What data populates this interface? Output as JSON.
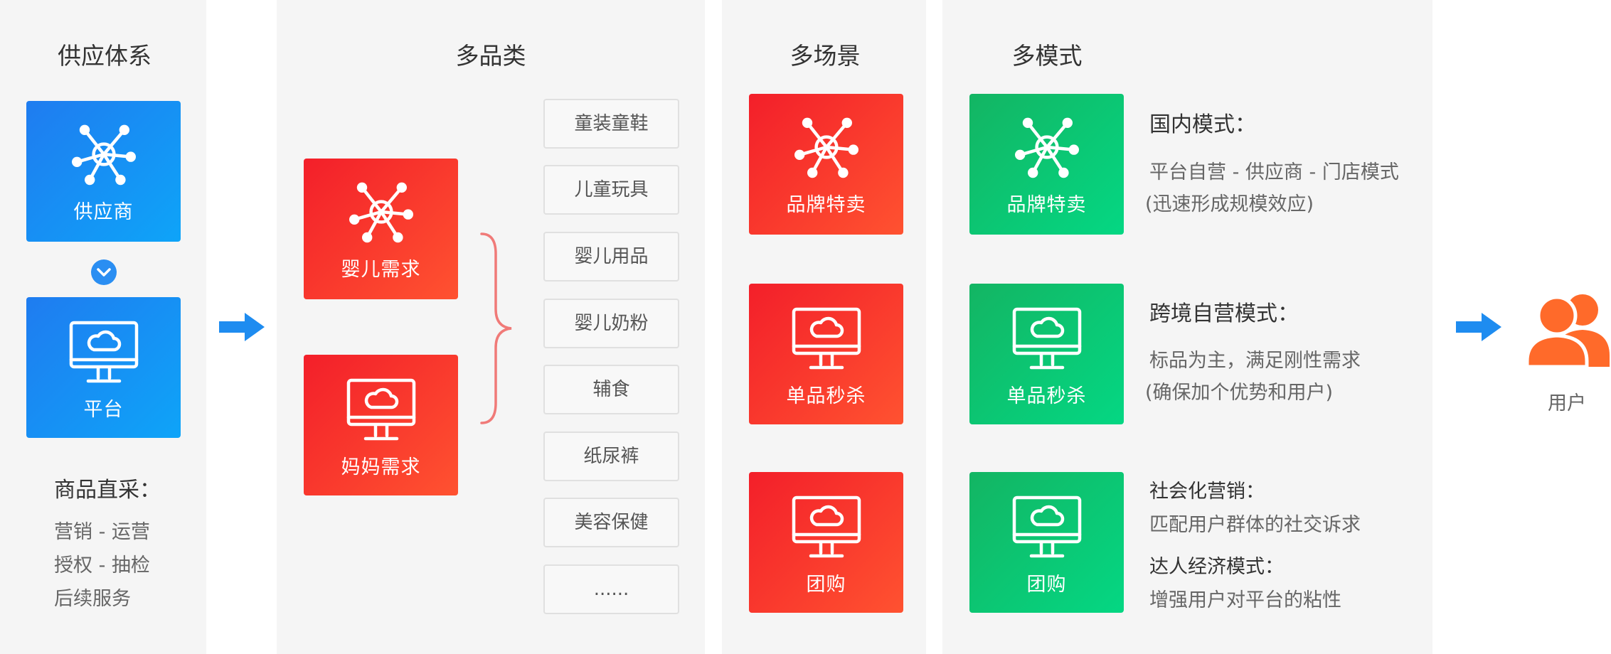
{
  "supply": {
    "title": "供应体系",
    "supplier_label": "供应商",
    "platform_label": "平台",
    "direct_title": "商品直采：",
    "direct_lines": [
      "营销 - 运营",
      "授权 - 抽检",
      "后续服务"
    ]
  },
  "category": {
    "title": "多品类",
    "baby_need": "婴儿需求",
    "mom_need": "妈妈需求",
    "items": [
      "童装童鞋",
      "儿童玩具",
      "婴儿用品",
      "婴儿奶粉",
      "辅食",
      "纸尿裤",
      "美容保健",
      "......"
    ]
  },
  "scene": {
    "title": "多场景",
    "items": [
      "品牌特卖",
      "单品秒杀",
      "团购"
    ]
  },
  "mode": {
    "title": "多模式",
    "tiles": [
      "品牌特卖",
      "单品秒杀",
      "团购"
    ],
    "domestic_title": "国内模式：",
    "domestic_lines": [
      "平台自营 - 供应商 - 门店模式",
      "(迅速形成规模效应)"
    ],
    "cross_title": "跨境自营模式：",
    "cross_lines": [
      "标品为主，满足刚性需求",
      "(确保加个优势和用户)"
    ],
    "social_title": "社会化营销：",
    "social_line": "匹配用户群体的社交诉求",
    "kol_title": "达人经济模式：",
    "kol_line": "增强用户对平台的粘性"
  },
  "user_label": "用户",
  "colors": {
    "blue": "#1f7cf0",
    "red": "#f31f2a",
    "green": "#04d783",
    "arrow": "#1e8cf0",
    "brace": "#f07a78",
    "user_icon": "#ff6a2a"
  }
}
